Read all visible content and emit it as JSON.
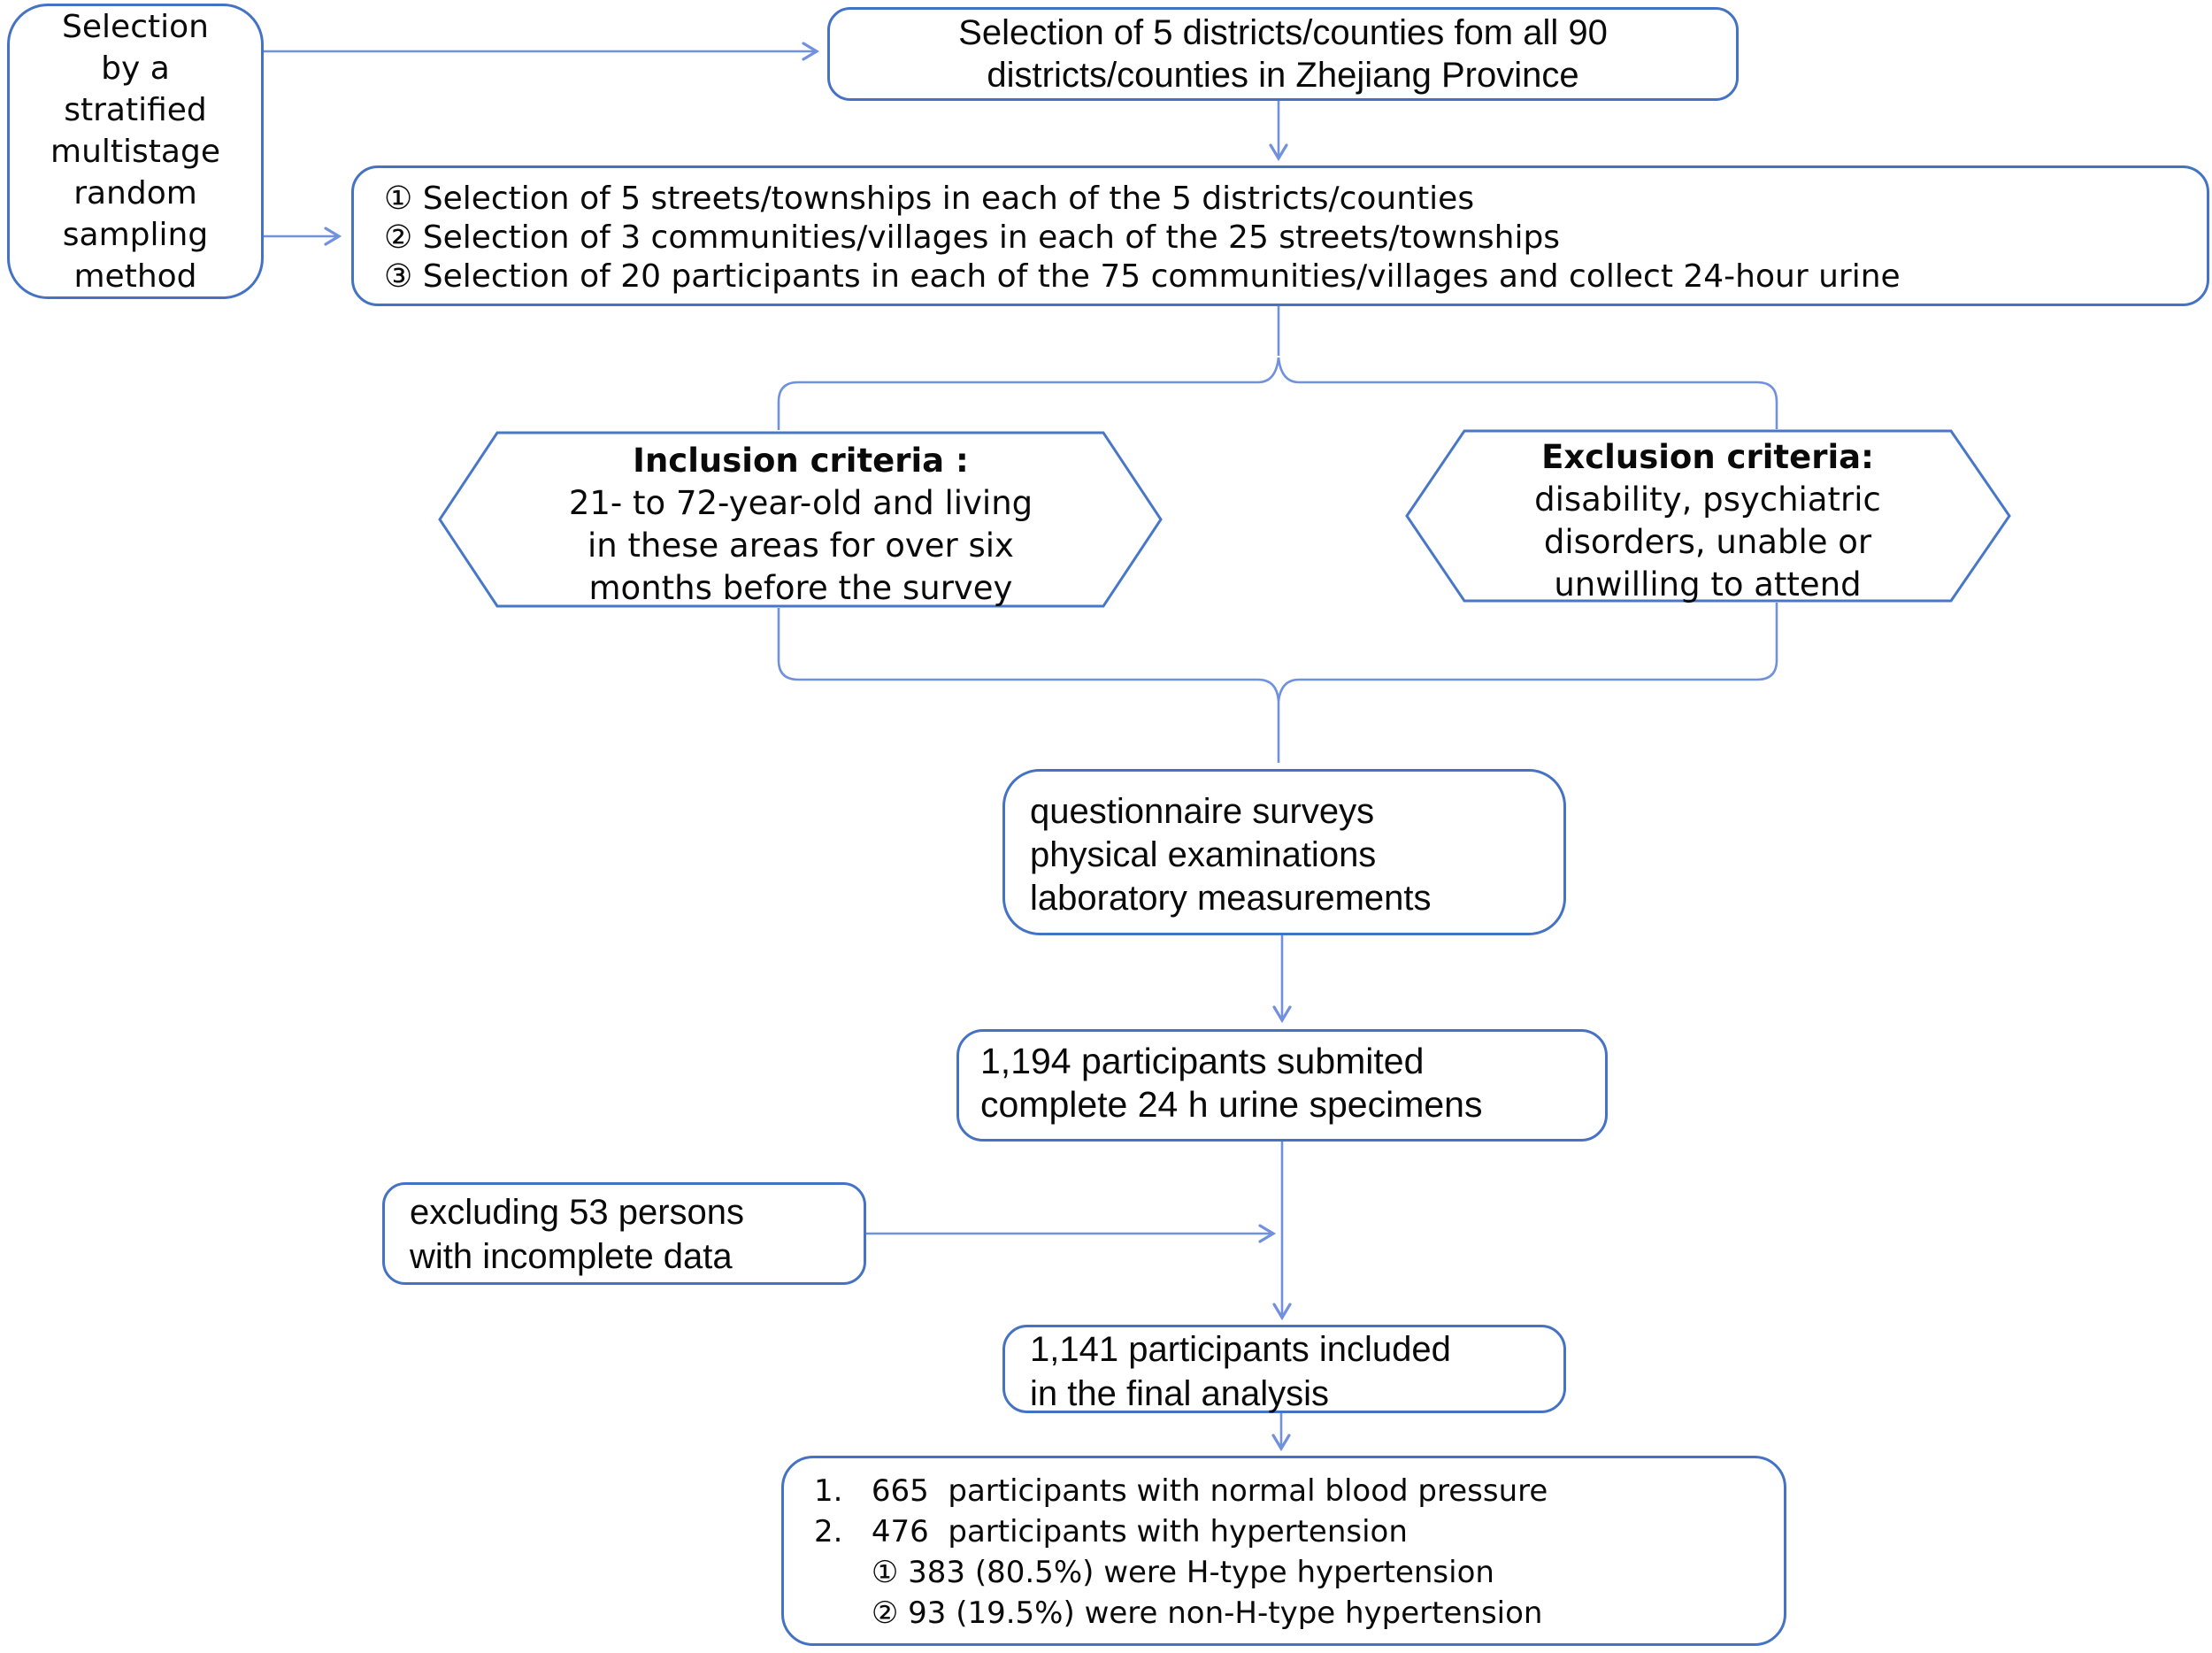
{
  "diagram": {
    "colors": {
      "box_border": "#4472C4",
      "hexagon_border": "#4877C8",
      "connector_line": "#7191DE",
      "text": "#0A0A0A",
      "background": "#FFFFFF"
    },
    "nodes": {
      "sampling_method": {
        "lines": [
          "Selection",
          "by a",
          "stratified",
          "multistage",
          "random",
          "sampling",
          "method"
        ]
      },
      "district_selection": {
        "lines": [
          "Selection of 5 districts/counties fom all 90",
          "districts/counties in Zhejiang Province"
        ]
      },
      "stage_selection": {
        "lines": [
          "① Selection of 5 streets/townships in each of the 5 districts/counties",
          "② Selection of 3 communities/villages in each of the 25 streets/townships",
          "③ Selection of 20 participants in each of the 75 communities/villages and collect 24-hour urine"
        ]
      },
      "inclusion": {
        "header": "Inclusion criteria :",
        "lines": [
          "21- to 72-year-old and living",
          "in these areas for over six",
          "months before the survey"
        ]
      },
      "exclusion": {
        "header": "Exclusion criteria:",
        "lines": [
          "disability, psychiatric",
          "disorders, unable or",
          "unwilling to attend"
        ]
      },
      "measurements": {
        "lines": [
          "questionnaire surveys",
          "physical examinations",
          "laboratory measurements"
        ]
      },
      "urine_submitted": {
        "lines": [
          "1,194 participants submited",
          "complete 24 h urine specimens"
        ]
      },
      "excluded": {
        "lines": [
          "excluding 53 persons",
          "with incomplete data"
        ]
      },
      "final_analysis": {
        "lines": [
          "1,141 participants included",
          "in the final analysis"
        ]
      },
      "outcome": {
        "lines": [
          "1.   665  participants with normal blood pressure",
          "2.   476  participants with hypertension",
          "      ① 383 (80.5%) were H-type hypertension",
          "      ② 93 (19.5%) were non-H-type hypertension"
        ]
      }
    }
  }
}
